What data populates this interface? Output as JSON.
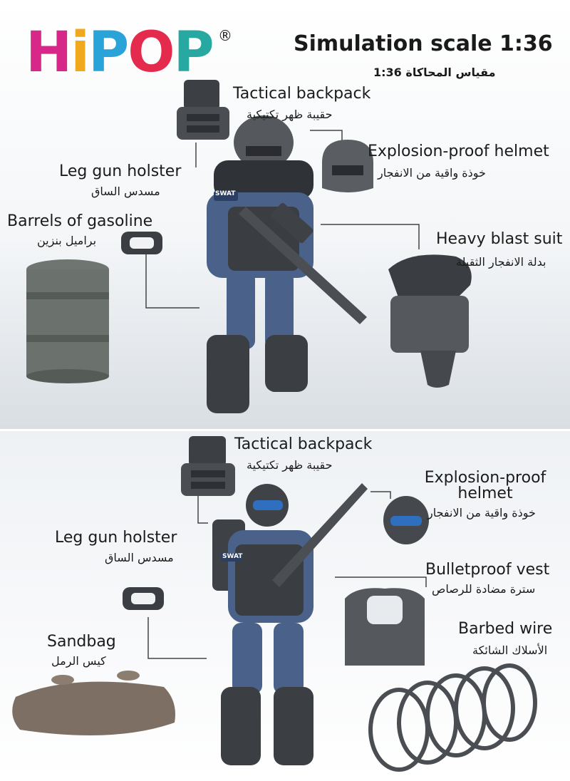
{
  "brand": {
    "letters": [
      "H",
      "i",
      "P",
      "O",
      "P"
    ],
    "colors": [
      "#d7288a",
      "#f0a81c",
      "#2aa3d8",
      "#e52b4d",
      "#27a8a0"
    ],
    "registered": "®"
  },
  "header": {
    "scale_en": "Simulation scale 1:36",
    "scale_ar": "مقياس المحاكاة 1:36"
  },
  "top": {
    "backpack": {
      "en": "Tactical backpack",
      "ar": "حقيبة ظهر تكتيكية"
    },
    "helmet": {
      "en": "Explosion-proof helmet",
      "ar": "خوذة واقية من الانفجار"
    },
    "holster": {
      "en": "Leg gun holster",
      "ar": "مسدس الساق"
    },
    "barrels": {
      "en": "Barrels of gasoline",
      "ar": "براميل بنزين"
    },
    "suit": {
      "en": "Heavy blast suit",
      "ar": "بدلة الانفجار الثقيلة"
    },
    "badge": "SWAT"
  },
  "bottom": {
    "backpack": {
      "en": "Tactical backpack",
      "ar": "حقيبة ظهر تكتيكية"
    },
    "helmet": {
      "en": "Explosion-proof helmet",
      "ar": "خوذة واقية من الانفجار"
    },
    "holster": {
      "en": "Leg gun holster",
      "ar": "مسدس الساق"
    },
    "vest": {
      "en": "Bulletproof vest",
      "ar": "سترة مضادة للرصاص"
    },
    "wire": {
      "en": "Barbed wire",
      "ar": "الأسلاك الشائكة"
    },
    "sandbag": {
      "en": "Sandbag",
      "ar": "كيس الرمل"
    },
    "badge": "SWAT"
  }
}
